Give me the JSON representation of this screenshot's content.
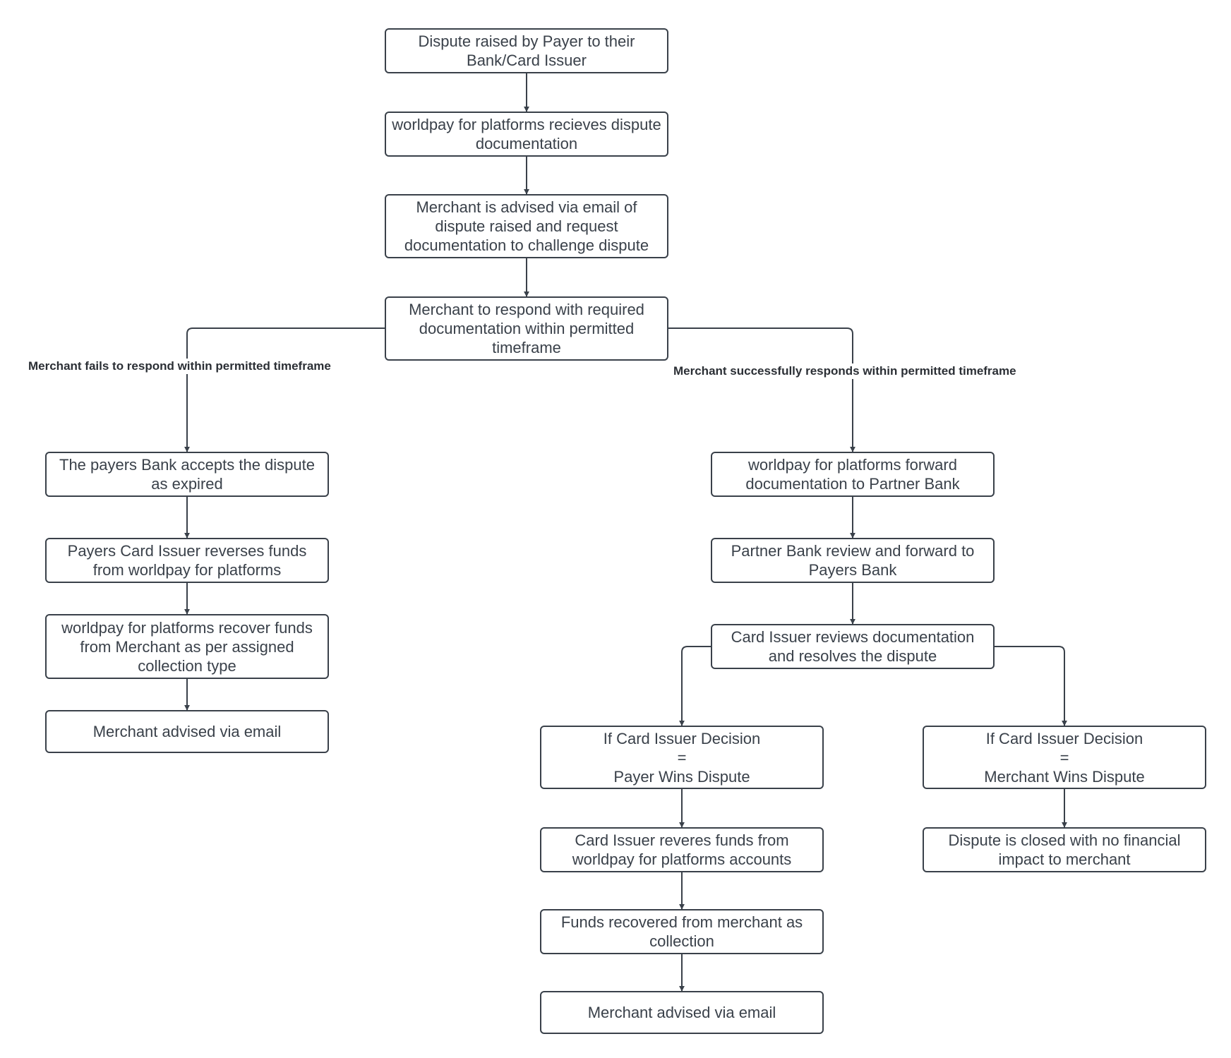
{
  "diagram": {
    "nodes": {
      "n1": {
        "text": "Dispute raised by Payer to their Bank/Card Issuer"
      },
      "n2": {
        "text": "worldpay for platforms recieves dispute documentation"
      },
      "n3": {
        "text": "Merchant is advised via email of dispute raised and request documentation to challenge dispute"
      },
      "n4": {
        "text": "Merchant to respond with required documentation within permitted timeframe"
      },
      "l1": {
        "text": "The payers Bank accepts the dispute as expired"
      },
      "l2": {
        "text": "Payers Card Issuer reverses funds from worldpay for platforms"
      },
      "l3": {
        "text": "worldpay for platforms recover funds from Merchant as per assigned collection type"
      },
      "l4": {
        "text": "Merchant advised via email"
      },
      "r1": {
        "text": "worldpay for platforms forward documentation to Partner Bank"
      },
      "r2": {
        "text": "Partner Bank review and forward to Payers Bank"
      },
      "r3": {
        "text": "Card Issuer reviews documentation and resolves the dispute"
      },
      "p1": {
        "line1": "If Card Issuer Decision",
        "line2": "=",
        "line3": "Payer Wins Dispute"
      },
      "p2": {
        "text": "Card Issuer reveres funds from worldpay for platforms accounts"
      },
      "p3": {
        "text": "Funds recovered from merchant as collection"
      },
      "p4": {
        "text": "Merchant advised via email"
      },
      "m1": {
        "line1": "If Card Issuer Decision",
        "line2": "=",
        "line3": "Merchant Wins Dispute"
      },
      "m2": {
        "text": "Dispute is closed with no financial impact to merchant"
      }
    },
    "edge_labels": {
      "fail": "Merchant fails to respond within permitted timeframe",
      "success": "Merchant successfully responds within permitted timeframe"
    },
    "colors": {
      "stroke": "#3a414a",
      "text": "#3a414a",
      "background": "#ffffff"
    }
  }
}
